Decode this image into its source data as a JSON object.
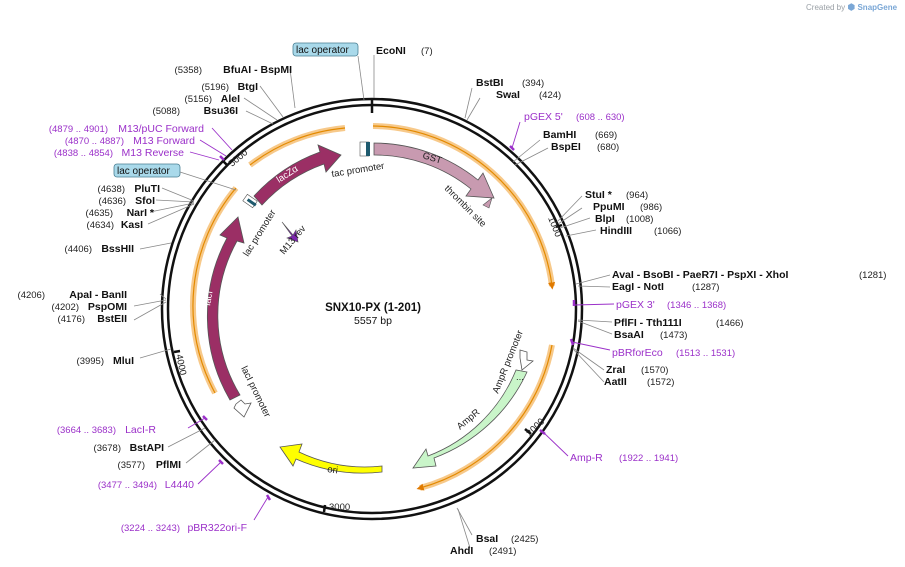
{
  "brand": {
    "created_by": "Created by",
    "name": "SnapGene"
  },
  "plasmid": {
    "name": "SNX10-PX (1-201)",
    "length": "5557 bp"
  },
  "ticks": [
    "1000",
    "2000",
    "3000",
    "4000",
    "5000"
  ],
  "features": {
    "gst": "GST",
    "lacza": "lacZα",
    "laci": "lacI",
    "ampr": "AmpR",
    "ori": "ori",
    "tac_promoter": "tac promoter",
    "lac_promoter": "lac promoter",
    "laci_promoter": "lacI promoter",
    "ampr_promoter": "AmpR promoter",
    "thrombin_site": "thrombin site",
    "m13_rev": "M13 rev",
    "lac_operator": "lac operator",
    "ampr_dots": "..."
  },
  "sites": {
    "econi": "EcoNI",
    "econi_pos": "(7)",
    "bstbi": "BstBI",
    "bstbi_pos": "(394)",
    "swai": "SwaI",
    "swai_pos": "(424)",
    "bamhi": "BamHI",
    "bamhi_pos": "(669)",
    "bspei": "BspEI",
    "bspei_pos": "(680)",
    "stui": "StuI *",
    "stui_pos": "(964)",
    "ppumi": "PpuMI",
    "ppumi_pos": "(986)",
    "blpi": "BlpI",
    "blpi_pos": "(1008)",
    "hindiii": "HindIII",
    "hindiii_pos": "(1066)",
    "avai_row": "AvaI  - BsoBI  - PaeR7I  - PspXI  - XhoI",
    "avai_pos": "(1281)",
    "eagi_row": "EagI  - NotI",
    "eagi_pos": "(1287)",
    "pflfi_row": "PflFI  - Tth111I",
    "pflfi_pos": "(1466)",
    "bsaai": "BsaAI",
    "bsaai_pos": "(1473)",
    "zrai": "ZraI",
    "zrai_pos": "(1570)",
    "aatii": "AatII",
    "aatii_pos": "(1572)",
    "bsai": "BsaI",
    "bsai_pos": "(2425)",
    "ahdi": "AhdI",
    "ahdi_pos": "(2491)",
    "pflmi": "PflMI",
    "pflmi_pos": "(3577)",
    "bstapi": "BstAPI",
    "bstapi_pos": "(3678)",
    "mlui": "MluI",
    "mlui_pos": "(3995)",
    "bsteii": "BstEII",
    "bsteii_pos": "(4176)",
    "pspomi": "PspOMI",
    "pspomi_pos": "(4202)",
    "apai_row": "ApaI  - BanII",
    "apai_pos": "(4206)",
    "bsshii": "BssHII",
    "bsshii_pos": "(4406)",
    "kasi": "KasI",
    "kasi_pos": "(4634)",
    "nari": "NarI *",
    "nari_pos": "(4635)",
    "sfoi": "SfoI",
    "sfoi_pos": "(4636)",
    "pluti": "PluTI",
    "pluti_pos": "(4638)",
    "bsu36i": "Bsu36I",
    "bsu36i_pos": "(5088)",
    "alei": "AleI",
    "alei_pos": "(5156)",
    "btgi": "BtgI",
    "btgi_pos": "(5196)",
    "bfuai_row": "BfuAI  - BspMI",
    "bfuai_pos": "(5358)"
  },
  "primers": {
    "pgex5": "pGEX 5'",
    "pgex5_pos": "(608 .. 630)",
    "pgex3": "pGEX 3'",
    "pgex3_pos": "(1346 .. 1368)",
    "pbrforeco": "pBRforEco",
    "pbrforeco_pos": "(1513 .. 1531)",
    "ampr_primer": "Amp-R",
    "ampr_primer_pos": "(1922 .. 1941)",
    "pbr322ori": "pBR322ori-F",
    "pbr322ori_pos": "(3224 .. 3243)",
    "l4440": "L4440",
    "l4440_pos": "(3477 .. 3494)",
    "laci_r": "LacI-R",
    "laci_r_pos": "(3664 .. 3683)",
    "m13rev": "M13 Reverse",
    "m13rev_pos": "(4838 .. 4854)",
    "m13fwd": "M13 Forward",
    "m13fwd_pos": "(4870 .. 4887)",
    "m13puc": "M13/pUC Forward",
    "m13puc_pos": "(4879 .. 4901)"
  },
  "colors": {
    "gst": "#c89ab0",
    "lacza": "#9b2f65",
    "laci": "#9b2f65",
    "ampr": "#c9f5c9",
    "ori": "#ffff00",
    "orf": "#f5a623",
    "primer": "#9b30c9",
    "operator": "#9fd3e6"
  }
}
